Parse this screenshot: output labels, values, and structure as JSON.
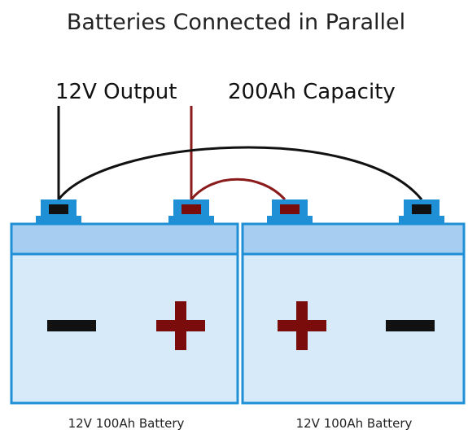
{
  "title": "Batteries Connected in Parallel",
  "labels": {
    "output": "12V Output",
    "capacity": "200Ah Capacity"
  },
  "batteries": [
    {
      "caption": "12V 100Ah Battery",
      "left_terminal": "negative",
      "right_terminal": "positive"
    },
    {
      "caption": "12V 100Ah Battery",
      "left_terminal": "positive",
      "right_terminal": "negative"
    }
  ],
  "colors": {
    "battery_body": "#d6eaf9",
    "battery_lid": "#a7cdf0",
    "battery_outline": "#1f8fd6",
    "terminal_post": "#1f8fd6",
    "terminal_negative": "#111111",
    "terminal_positive": "#7a0c0c",
    "wire_negative": "#111111",
    "wire_positive": "#8b1a1a"
  },
  "icons": [
    "minus-sign-icon",
    "plus-sign-icon"
  ]
}
